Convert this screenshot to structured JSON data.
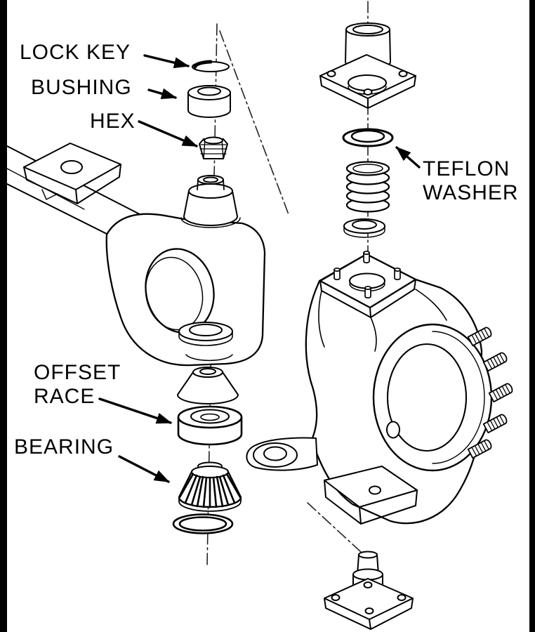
{
  "figure": {
    "type": "exploded-parts-diagram",
    "subject": "axle yoke and steering knuckle assembly",
    "background_color": "#ffffff",
    "line_color": "#000000",
    "labels": {
      "lock_key": "LOCK KEY",
      "bushing": "BUSHING",
      "hex": "HEX",
      "teflon_washer": [
        "TEFLON",
        "WASHER"
      ],
      "offset_race": [
        "OFFSET",
        "RACE"
      ],
      "bearing": "BEARING"
    },
    "parts": [
      "lock key",
      "bushing",
      "hex nut",
      "axle yoke",
      "upper kingpin cap",
      "teflon washer",
      "spring",
      "washer",
      "offset race",
      "bearing",
      "o-ring",
      "steering knuckle",
      "wheel studs",
      "lower kingpin cap"
    ]
  }
}
